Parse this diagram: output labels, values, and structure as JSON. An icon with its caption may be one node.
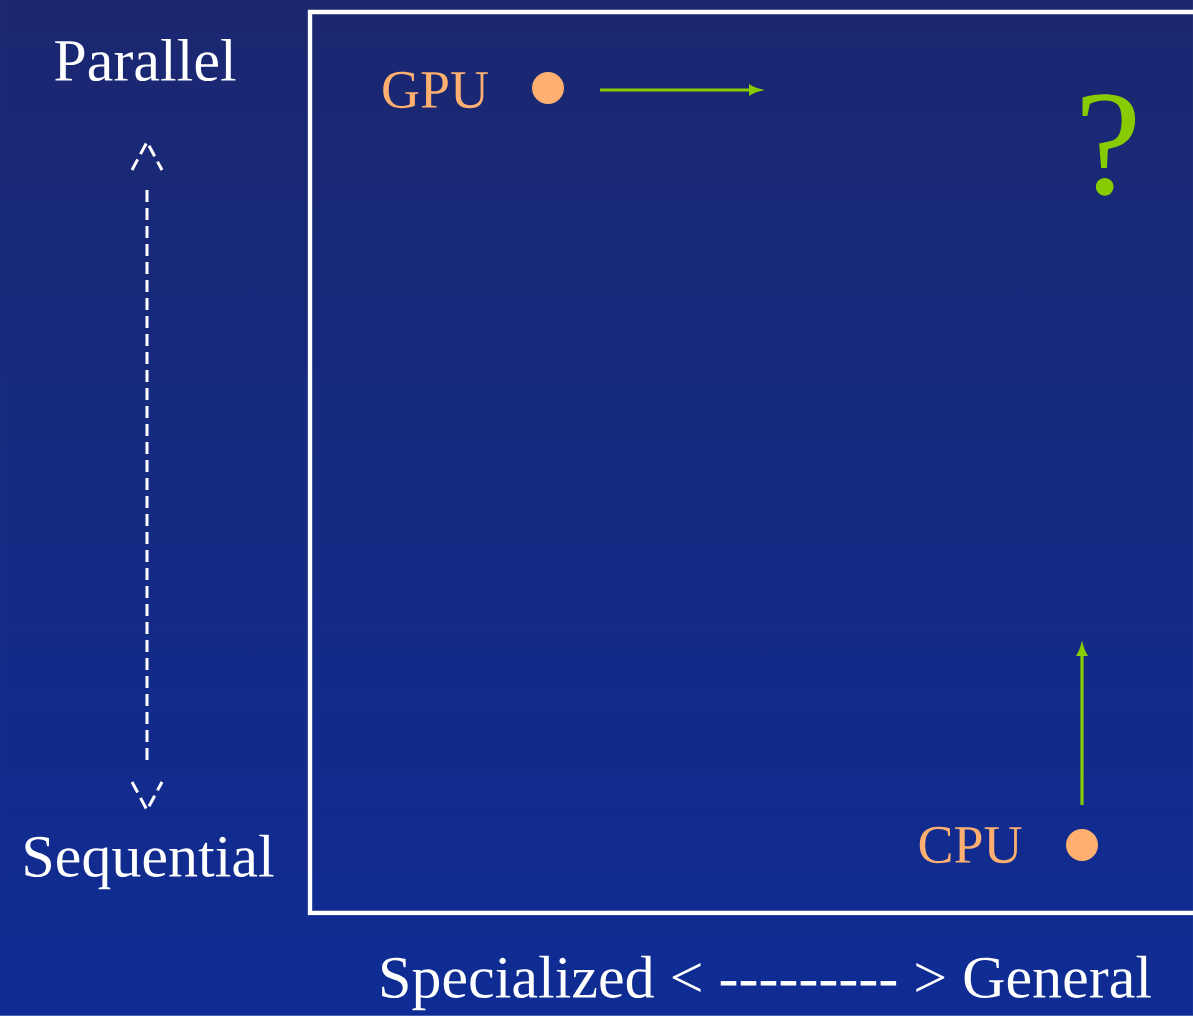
{
  "diagram": {
    "nodes": [
      {
        "text": [
          "GPU"
        ]
      },
      {
        "text": [
          "CPU"
        ]
      }
    ],
    "edges": [
      {
        "from": 0,
        "to": null,
        "arrow": "to"
      },
      {
        "from": 1,
        "to": null,
        "arrow": "to"
      }
    ],
    "labels": [
      "Parallel",
      "?",
      "Sequential",
      "Specialized < --------- > General"
    ]
  }
}
